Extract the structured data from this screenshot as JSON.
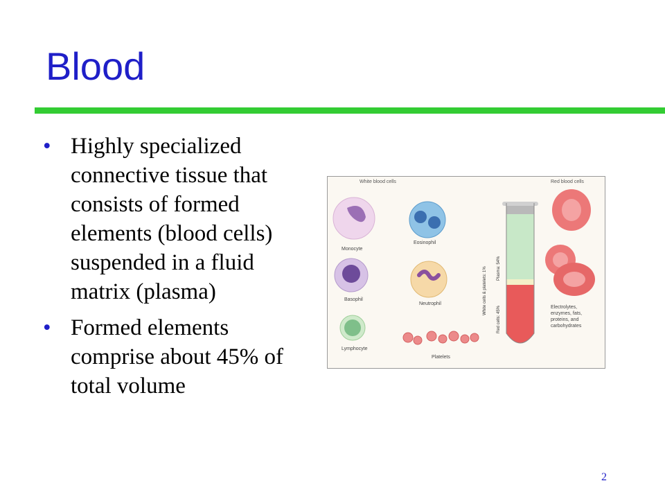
{
  "slide": {
    "title": "Blood",
    "page_number": "2",
    "bullets": [
      "Highly specialized connective tissue that consists of formed elements (blood cells) suspended in a fluid matrix (plasma)",
      "Formed elements comprise about 45% of total volume"
    ]
  },
  "figure": {
    "wbc_header": "White blood cells",
    "rbc_header": "Red blood cells",
    "cells": {
      "monocyte": "Monocyte",
      "eosinophil": "Eosinophil",
      "basophil": "Basophil",
      "neutrophil": "Neutrophil",
      "lymphocyte": "Lymphocyte",
      "platelets": "Platelets"
    },
    "tube_labels": {
      "plasma": "Plasma: 54%",
      "white_cells_platelets": "White cells & platelets: 1%",
      "red_cells": "Red cells: 45%"
    },
    "plasma_contents": [
      "Electrolytes,",
      "enzymes, fats,",
      "proteins, and",
      "carbohydrates"
    ]
  },
  "colors": {
    "title": "#1f1fc8",
    "rule": "#33cc33",
    "plasma": "#c8e8c8",
    "red_cells": "#e85a5a",
    "buffy": "#f4f0c8"
  }
}
